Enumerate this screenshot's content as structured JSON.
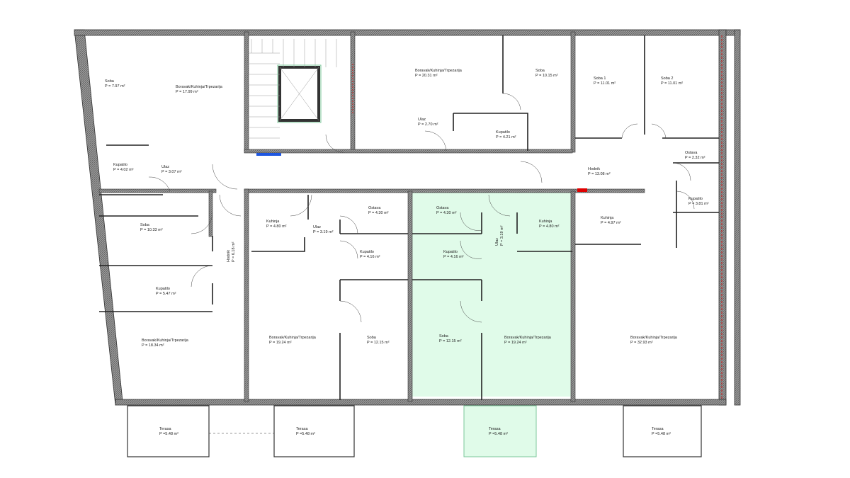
{
  "floor_plan": {
    "colors": {
      "wall": "#7a7a7a",
      "wall_hatch": "#555555",
      "highlight": "#e0fbe9",
      "highlight_edge": "#7bc79a",
      "accent_red": "#e00000",
      "accent_blue": "#1e56e0"
    },
    "rooms": {
      "a1_soba": {
        "name": "Soba",
        "area": "P = 7.97 m²"
      },
      "a1_living": {
        "name": "Boravak/Kuhinja/Trpezarija",
        "area": "P = 17.99 m²"
      },
      "a1_bath": {
        "name": "Kupatilo",
        "area": "P = 4.02 m²"
      },
      "a1_entry": {
        "name": "Ulaz",
        "area": "P = 3.07 m²"
      },
      "a2_living": {
        "name": "Boravak/Kuhinja/Trpezarija",
        "area": "P = 20.31 m²"
      },
      "a2_soba": {
        "name": "Soba",
        "area": "P = 10.15 m²"
      },
      "a2_entry": {
        "name": "Ulaz",
        "area": "P = 2.70 m²"
      },
      "a2_bath": {
        "name": "Kupatilo",
        "area": "P = 4.21 m²"
      },
      "a3_soba1": {
        "name": "Soba 1",
        "area": "P = 11.01 m²"
      },
      "a3_soba2": {
        "name": "Soba 2",
        "area": "P = 11.01 m²"
      },
      "a3_storage": {
        "name": "Ostava",
        "area": "P = 2.32 m²"
      },
      "a3_hall": {
        "name": "Hodnik",
        "area": "P = 13.08 m²"
      },
      "a3_kitchen": {
        "name": "Kuhinja",
        "area": "P = 4.97 m²"
      },
      "a3_bath": {
        "name": "Kupatilo",
        "area": "P = 3.81 m²"
      },
      "a3_living": {
        "name": "Boravak/Kuhinja/Trpezarija",
        "area": "P = 32.93 m²"
      },
      "a4_soba": {
        "name": "Soba",
        "area": "P = 10.33 m²"
      },
      "a4_hall": {
        "name": "Hodnik",
        "area": "P = 6.18 m²"
      },
      "a4_bath": {
        "name": "Kupatilo",
        "area": "P = 5.47 m²"
      },
      "a4_living": {
        "name": "Boravak/Kuhinja/Trpezarija",
        "area": "P = 18.34 m²"
      },
      "a5_kitchen": {
        "name": "Kuhinja",
        "area": "P = 4.80 m²"
      },
      "a5_entry": {
        "name": "Ulaz",
        "area": "P = 3.19 m²"
      },
      "a5_storage": {
        "name": "Ostava",
        "area": "P = 4.30 m²"
      },
      "a5_bath": {
        "name": "Kupatilo",
        "area": "P = 4.16 m²"
      },
      "a5_living": {
        "name": "Boravak/Kuhinja/Trpezarija",
        "area": "P = 19.24 m²"
      },
      "a5_soba": {
        "name": "Soba",
        "area": "P = 12.15 m²"
      },
      "a6_storage": {
        "name": "Ostava",
        "area": "P = 4.30 m²"
      },
      "a6_bath": {
        "name": "Kupatilo",
        "area": "P = 4.16 m²"
      },
      "a6_entry": {
        "name": "Ulaz",
        "area": "P = 3.19 m²"
      },
      "a6_kitchen": {
        "name": "Kuhinja",
        "area": "P = 4.80 m²"
      },
      "a6_soba": {
        "name": "Soba",
        "area": "P = 12.15 m²"
      },
      "a6_living": {
        "name": "Boravak/Kuhinja/Trpezarija",
        "area": "P = 19.24 m²"
      },
      "terrace1": {
        "name": "Terasa",
        "area": "P =5.48 m²"
      },
      "terrace2": {
        "name": "Terasa",
        "area": "P =5.48 m²"
      },
      "terrace3": {
        "name": "Terasa",
        "area": "P =5.48 m²"
      },
      "terrace4": {
        "name": "Terasa",
        "area": "P =5.48 m²"
      }
    }
  }
}
